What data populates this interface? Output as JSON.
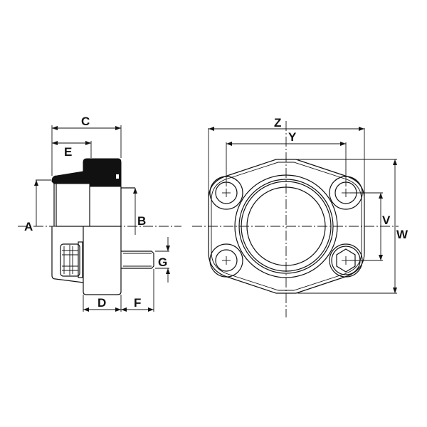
{
  "title": "SAE flange clamp dimension drawing",
  "side_view": {
    "labels": {
      "A": "A",
      "B": "B",
      "C": "C",
      "D": "D",
      "E": "E",
      "F": "F",
      "G": "G"
    }
  },
  "front_view": {
    "labels": {
      "Z": "Z",
      "Y": "Y",
      "V": "V",
      "W": "W"
    },
    "bolt_heads": [
      "round-cross",
      "round-cross",
      "round-cross",
      "hex-socket"
    ]
  },
  "colors": {
    "line": "#111111",
    "background": "#ffffff"
  }
}
